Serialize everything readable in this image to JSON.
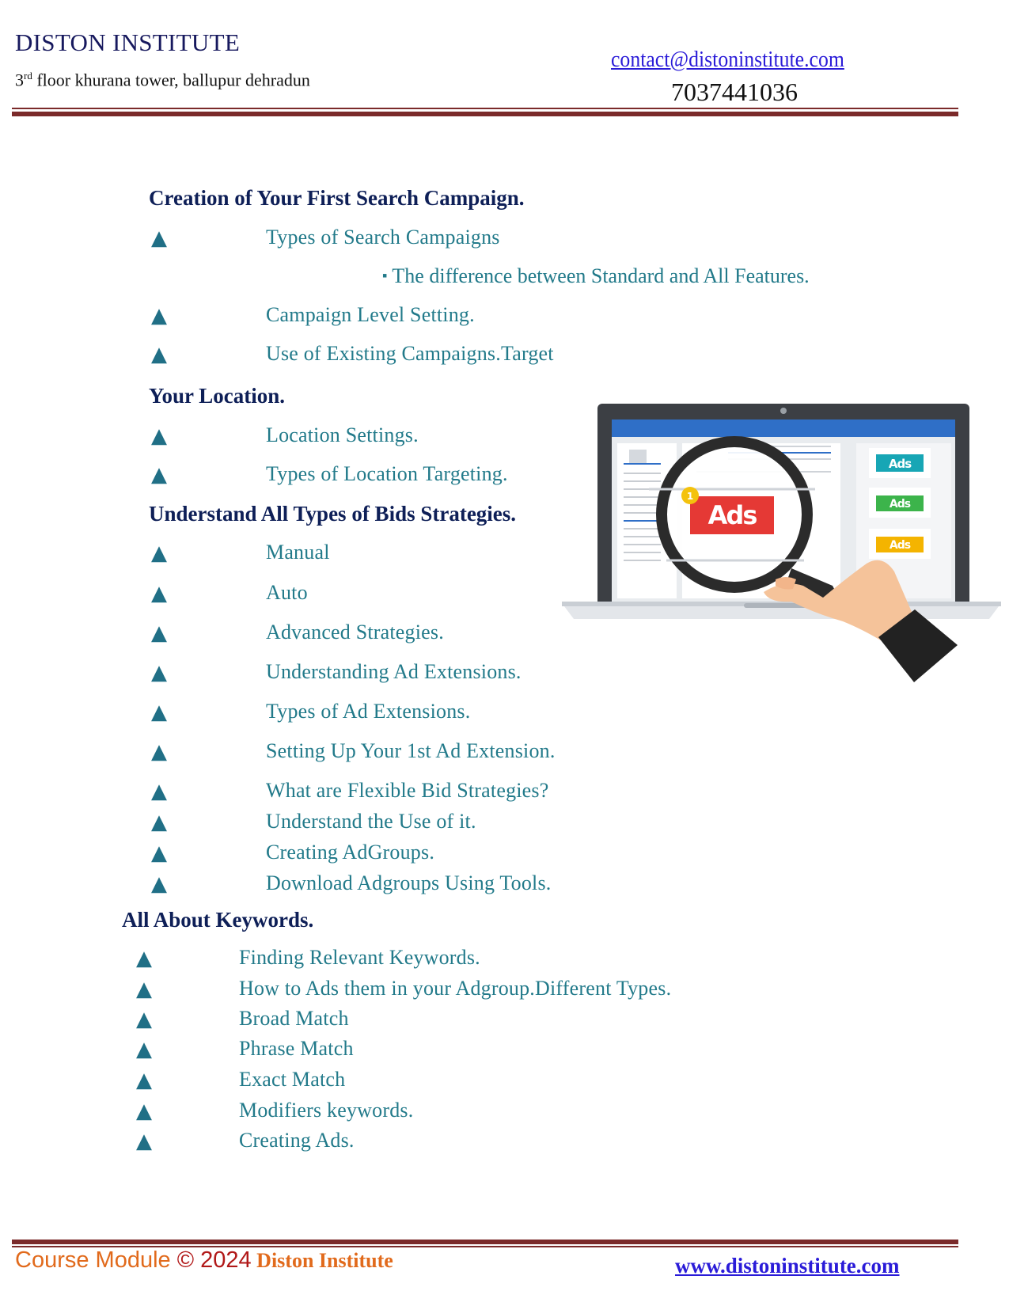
{
  "header": {
    "org_name": "DISTON INSTITUTE",
    "address_ordinal": "3",
    "address_suffix": "rd",
    "address_rest": " floor khurana tower, ballupur dehradun",
    "email": "contact@distoninstitute.com",
    "phone": "7037441036"
  },
  "bullet_glyph": "▲",
  "sub_bullet_glyph": "▪",
  "sections": {
    "s1_heading": "Creation of Your First Search Campaign.",
    "s1_items": [
      "Types of Search Campaigns",
      "Campaign Level Setting.",
      "Use of Existing  Campaigns.Target"
    ],
    "s1_sub": "The difference between Standard and All  Features.",
    "s2_heading": "Your Location.",
    "s2_items": [
      "Location Settings.",
      "Types of Location Targeting."
    ],
    "s3_heading": "Understand All Types of Bids Strategies.",
    "s3_items": [
      "Manual",
      "Auto",
      "Advanced Strategies.",
      "Understanding Ad Extensions.",
      "Types of Ad Extensions.",
      "Setting Up Your 1st Ad Extension.",
      "What are Flexible Bid  Strategies?",
      "Understand the Use of it.",
      "Creating AdGroups.",
      "Download Adgroups Using Tools."
    ],
    "s4_heading": "All About Keywords.",
    "s4_items": [
      "Finding Relevant  Keywords.",
      "How to Ads them in your Adgroup.Different  Types.",
      "Broad Match",
      "Phrase Match",
      "Exact Match",
      "Modifiers keywords.",
      "Creating Ads."
    ]
  },
  "illustration": {
    "ad_label_main": "Ads",
    "ad_label_side": [
      "Ads",
      "Ads",
      "Ads"
    ],
    "badge": "1",
    "colors": {
      "main_ad": "#e53935",
      "side_ad_1": "#17a6b5",
      "side_ad_2": "#3cb44b",
      "side_ad_3": "#f4b400",
      "screen_bar": "#2f6fc7"
    }
  },
  "footer": {
    "course": "Course Module ",
    "copyright": "© 2024",
    "name": " Diston Institute",
    "website": "www.distoninstitute.com"
  }
}
